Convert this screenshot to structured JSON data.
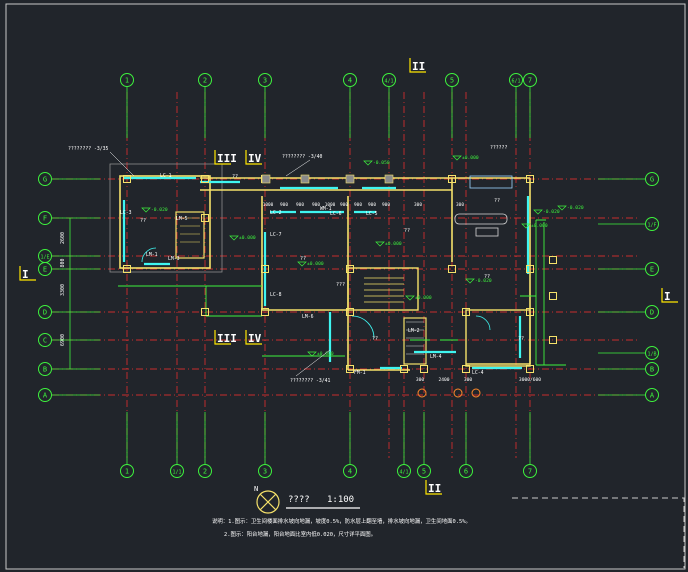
{
  "drawing": {
    "scale_prefix": "????",
    "scale": "1:100",
    "north_label": "N",
    "section_marks": [
      "I",
      "II",
      "III",
      "IV"
    ],
    "notes": [
      "说明：1.图示：卫生间楼面排水坡向地漏，坡度0.5%，防水层上翻至墙，排水坡向地漏，卫生间地面0.5%。",
      "2.图示：阳台地漏，阳台地面比室内低0.020，尺寸详平面图。"
    ]
  },
  "grid": {
    "top_axes": [
      "1",
      "2",
      "3",
      "4",
      "4/1",
      "5",
      "6/1",
      "7"
    ],
    "bottom_axes": [
      "1",
      "1/1",
      "2",
      "3",
      "4",
      "4/1",
      "5",
      "6",
      "7"
    ],
    "rows_left": [
      "G",
      "F",
      "1/E",
      "E",
      "D",
      "C",
      "B",
      "A"
    ],
    "rows_right": [
      "G",
      "1/F",
      "E",
      "D",
      "1/B",
      "B",
      "A"
    ],
    "dims_left": [
      "2600",
      "800",
      "3300",
      "6900"
    ],
    "dims_bottom": [
      "300",
      "2400",
      "300",
      "3000/600"
    ]
  },
  "labels": {
    "elev": [
      "-0.050",
      "±0.000",
      "-0.020",
      "±0.000",
      "±0.000",
      "±0.000",
      "-0.020",
      "±0.000",
      "-0.020",
      "-0.020",
      "±0.000",
      "±0.000"
    ],
    "windows": [
      "LC-1",
      "LC-3",
      "LC-2",
      "LC-4",
      "LC-5",
      "LC-6",
      "LC-7",
      "LC-8",
      "LM-1",
      "LM-2",
      "LM-3",
      "LM-4",
      "LM-5",
      "LM-6",
      "FM-1",
      "WM-1"
    ],
    "leaders": [
      "???????? -3/35",
      "???????? -3/40",
      "???????? -3/41",
      "??????"
    ],
    "rooms": [
      "??",
      "??",
      "??",
      "??",
      "??",
      "???",
      "??",
      "??",
      "??"
    ],
    "misc_dims": [
      "1000",
      "900",
      "900",
      "900",
      "1000",
      "900",
      "900",
      "900",
      "900",
      "300",
      "300"
    ]
  },
  "colors": {
    "background": "#21252b",
    "grid_line": "#ff3030",
    "axis_bubble": "#3df23d",
    "wall": "#f6e26a",
    "window": "#3ff5f0",
    "text": "#ffffff",
    "notes": "#ffffff"
  }
}
